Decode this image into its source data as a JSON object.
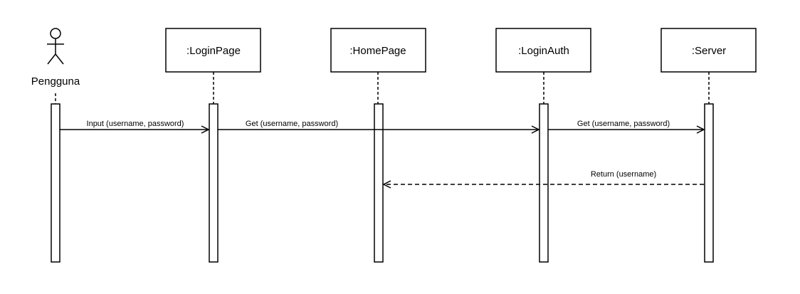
{
  "actor": {
    "label": "Pengguna"
  },
  "objects": [
    {
      "id": "loginpage",
      "label": ":LoginPage"
    },
    {
      "id": "homepage",
      "label": ":HomePage"
    },
    {
      "id": "loginauth",
      "label": ":LoginAuth"
    },
    {
      "id": "server",
      "label": ":Server"
    }
  ],
  "messages": [
    {
      "id": "input",
      "label": "Input (username, password)",
      "from": "pengguna",
      "to": "loginpage",
      "style": "solid"
    },
    {
      "id": "get1",
      "label": "Get (username, password)",
      "from": "loginpage",
      "to": "loginauth",
      "style": "solid"
    },
    {
      "id": "get2",
      "label": "Get (username, password)",
      "from": "loginauth",
      "to": "server",
      "style": "solid"
    },
    {
      "id": "return",
      "label": "Return (username)",
      "from": "server",
      "to": "homepage",
      "style": "dashed"
    }
  ]
}
